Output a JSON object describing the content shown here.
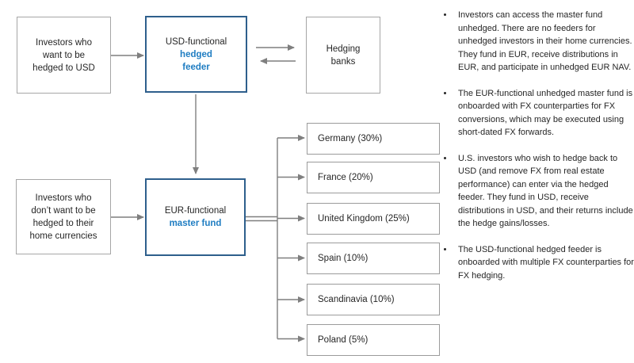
{
  "colors": {
    "accent_blue": "#1F7DC2",
    "box_border_blue": "#2E5F8C",
    "box_border_gray": "#A6A6A6",
    "connector_gray": "#7F7F7F"
  },
  "diagram": {
    "investor_hedged_box": {
      "lines": [
        "Investors who",
        "want to be",
        "hedged to USD"
      ]
    },
    "feeder_box": {
      "title": "USD-functional",
      "subtitle_lines": [
        "hedged",
        "feeder"
      ]
    },
    "hedging_banks_box": {
      "lines": [
        "Hedging",
        "banks"
      ]
    },
    "investor_unhedged_box": {
      "lines": [
        "Investors who",
        "don’t want to be",
        "hedged to their",
        "home currencies"
      ]
    },
    "master_box": {
      "title": "EUR-functional",
      "subtitle": "master fund"
    },
    "allocations": [
      {
        "label": "Germany (30%)"
      },
      {
        "label": "France (20%)"
      },
      {
        "label": "United Kingdom (25%)"
      },
      {
        "label": "Spain (10%)"
      },
      {
        "label": "Scandinavia (10%)"
      },
      {
        "label": "Poland (5%)"
      }
    ]
  },
  "bullets": [
    "Investors can access the master fund unhedged. There are no feeders for unhedged investors in their home currencies. They fund in EUR, receive distributions in EUR, and participate in unhedged EUR NAV.",
    "The EUR-functional unhedged master fund is onboarded with FX counterparties for FX conversions, which may be executed using short-dated FX forwards.",
    "U.S. investors who wish to hedge back to USD (and remove FX from real estate performance) can enter via the hedged feeder. They fund in USD, receive distributions in USD, and their returns include the hedge gains/losses.",
    "The USD-functional hedged feeder is onboarded with multiple FX counterparties for FX hedging."
  ]
}
